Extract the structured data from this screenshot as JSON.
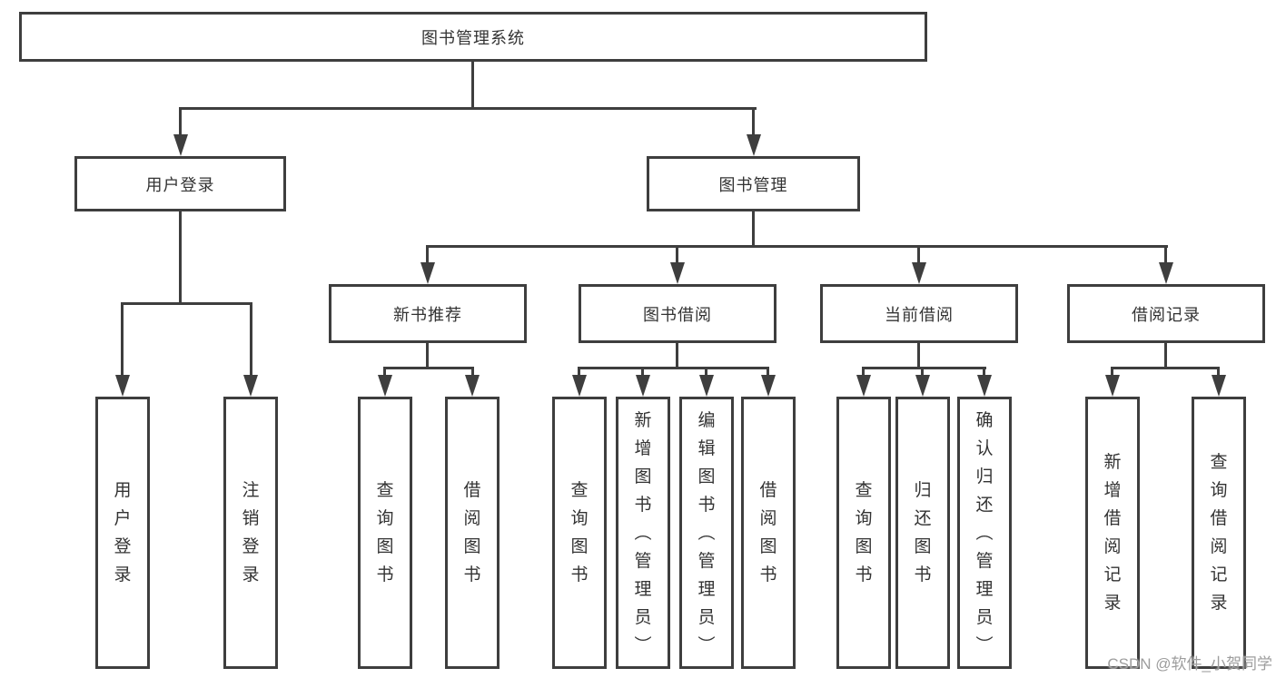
{
  "colors": {
    "line": "#3e3e3e",
    "text": "#333333",
    "box_background": "#ffffff",
    "page_background": "#ffffff",
    "watermark": "#9d9d9d"
  },
  "watermark": {
    "text": "CSDN @软件_小贺同学"
  },
  "diagram": {
    "root": {
      "label": "图书管理系统"
    },
    "level2": {
      "user_login": {
        "label": "用户登录"
      },
      "book_mgmt": {
        "label": "图书管理"
      }
    },
    "level3": {
      "new_books": {
        "label": "新书推荐"
      },
      "book_borrow": {
        "label": "图书借阅"
      },
      "current_borrow": {
        "label": "当前借阅"
      },
      "borrow_records": {
        "label": "借阅记录"
      }
    },
    "leaves": {
      "user_login": [
        "用户登录",
        "注销登录"
      ],
      "new_books": [
        "查询图书",
        "借阅图书"
      ],
      "book_borrow": [
        "查询图书",
        "新增图书（管理员）",
        "编辑图书（管理员）",
        "借阅图书"
      ],
      "current_borrow": [
        "查询图书",
        "归还图书",
        "确认归还（管理员）"
      ],
      "borrow_records": [
        "新增借阅记录",
        "查询借阅记录"
      ]
    }
  }
}
